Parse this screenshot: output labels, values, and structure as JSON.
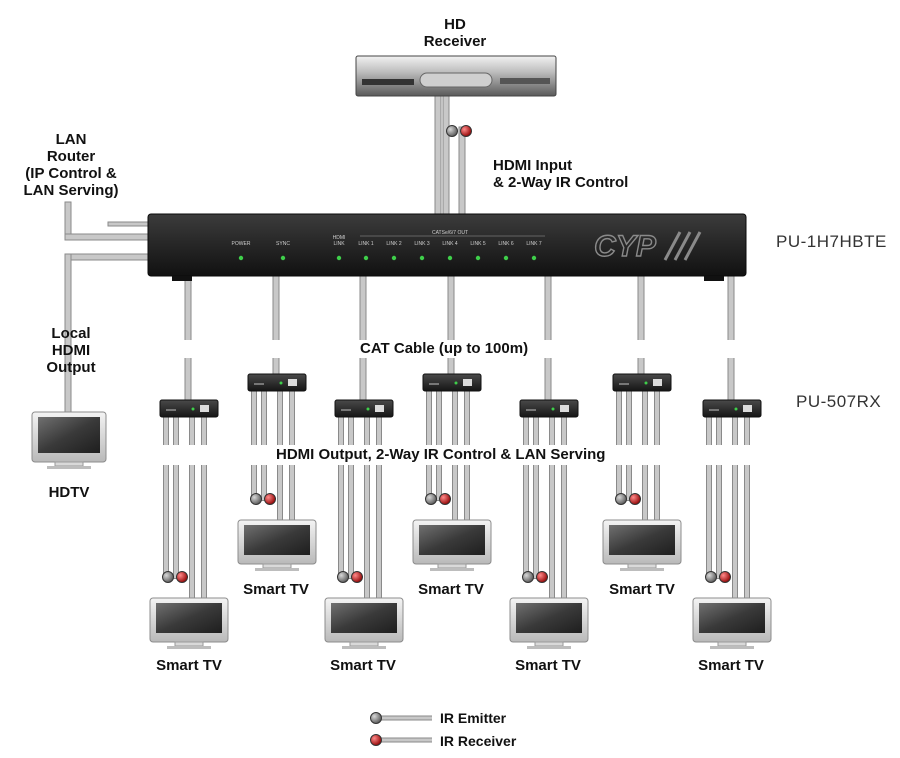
{
  "labels": {
    "hd_receiver_line1": "HD",
    "hd_receiver_line2": "Receiver",
    "hdmi_input_line1": "HDMI Input",
    "hdmi_input_line2": "& 2-Way IR Control",
    "lan_line1": "LAN",
    "lan_line2": "Router",
    "lan_line3": "(IP Control &",
    "lan_line4": "LAN Serving)",
    "local_line1": "Local",
    "local_line2": "HDMI",
    "local_line3": "Output",
    "hdtv": "HDTV",
    "transmitter_model": "PU-1H7HBTE",
    "receiver_model": "PU-507RX",
    "cat_cable": "CAT Cable (up to 100m)",
    "hdmi_output_band": "HDMI Output, 2-Way IR Control & LAN Serving"
  },
  "transmitter_panel": {
    "power": "POWER",
    "sync": "SYNC",
    "hdmi_link_line1": "HDMI",
    "hdmi_link_line2": "LINK",
    "cat_group": "CATSe/6/7 OUT",
    "links": [
      "LINK 1",
      "LINK 2",
      "LINK 3",
      "LINK 4",
      "LINK 5",
      "LINK 6",
      "LINK 7"
    ],
    "logo": "CYP"
  },
  "smart_tvs": [
    "Smart TV",
    "Smart TV",
    "Smart TV",
    "Smart TV",
    "Smart TV",
    "Smart TV",
    "Smart TV"
  ],
  "legend": {
    "ir_emitter": "IR Emitter",
    "ir_receiver": "IR Receiver"
  },
  "colors": {
    "cable": "#c8c8c8",
    "cable_edge": "#8a8a8a",
    "device": "#2a2a2a",
    "led": "#3ecf4a",
    "ir_emitter": "#7a7a7a",
    "ir_receiver": "#cc1a1a"
  }
}
